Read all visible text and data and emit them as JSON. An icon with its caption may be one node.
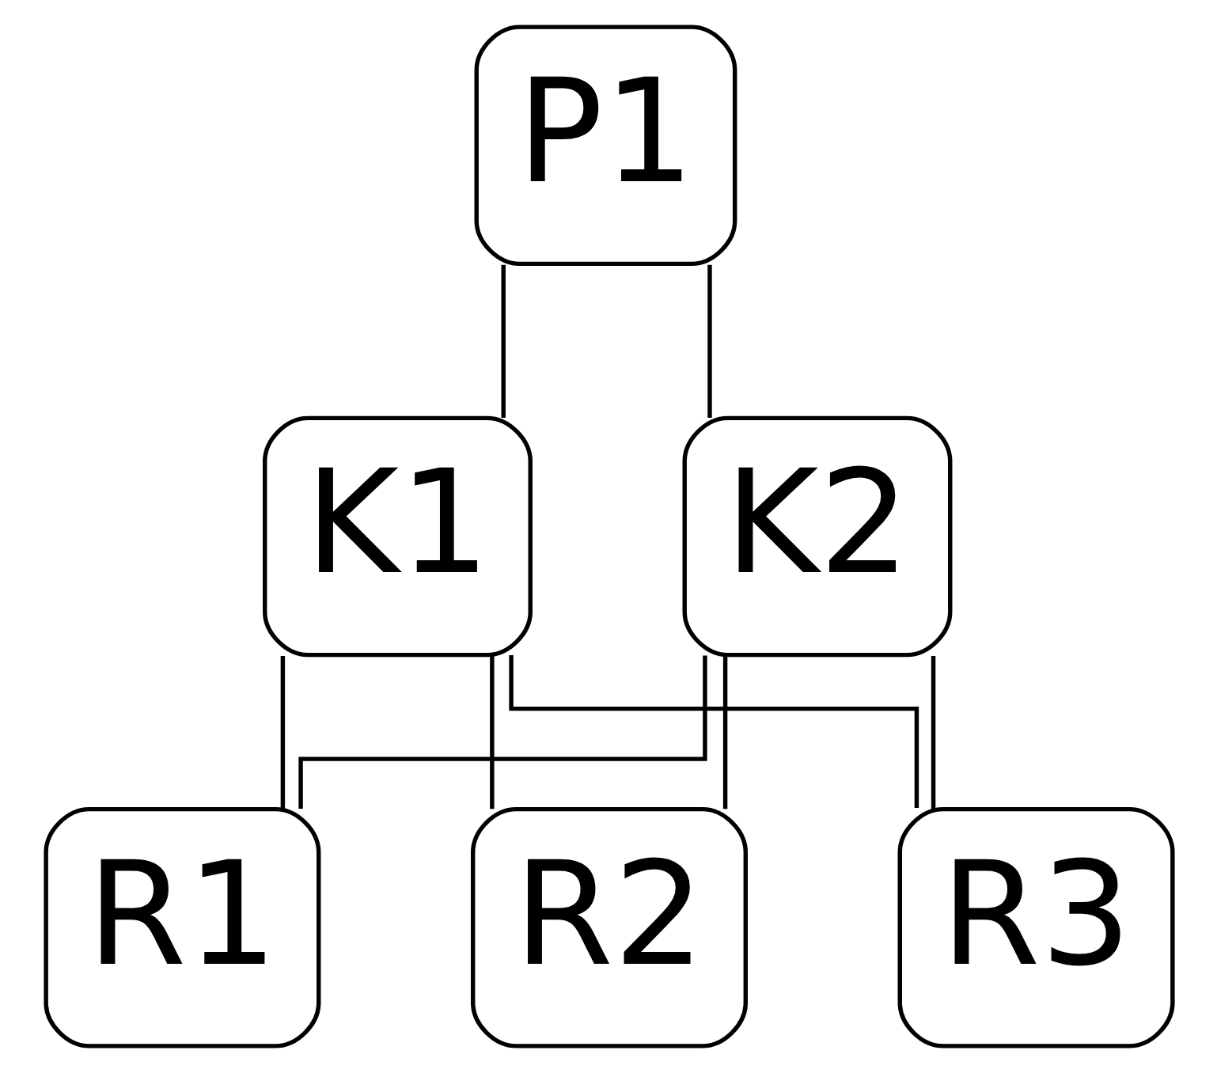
{
  "diagram": {
    "nodes": [
      {
        "text": [
          "P1"
        ]
      },
      {
        "text": [
          "K1"
        ]
      },
      {
        "text": [
          "K2"
        ]
      },
      {
        "text": [
          "R1"
        ]
      },
      {
        "text": [
          "R2"
        ]
      },
      {
        "text": [
          "R3"
        ]
      }
    ],
    "edges": [
      {
        "from": 0,
        "to": 1,
        "arrow": "none"
      },
      {
        "from": 0,
        "to": 2,
        "arrow": "none"
      },
      {
        "from": 1,
        "to": 3,
        "arrow": "none"
      },
      {
        "from": 1,
        "to": 4,
        "arrow": "none"
      },
      {
        "from": 1,
        "to": 5,
        "arrow": "none"
      },
      {
        "from": 2,
        "to": 3,
        "arrow": "none"
      },
      {
        "from": 2,
        "to": 4,
        "arrow": "none"
      },
      {
        "from": 2,
        "to": 5,
        "arrow": "none"
      }
    ]
  }
}
